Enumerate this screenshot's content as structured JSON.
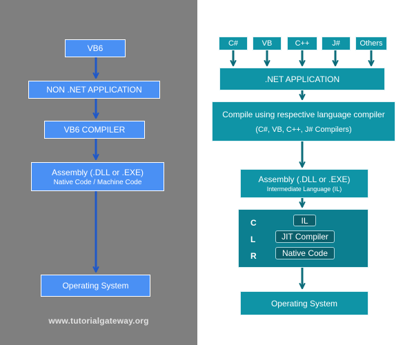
{
  "colors": {
    "left_bg": "#7f7f7f",
    "blue_box": "#4a90f4",
    "teal_box": "#0f94a6",
    "teal_arrow": "#0c6c7a",
    "blue_arrow": "#1f58c8",
    "clr_inner": "#0b5f6b"
  },
  "left": {
    "vb6": "VB6",
    "non_net": "NON .NET APPLICATION",
    "compiler": "VB6 COMPILER",
    "assembly_title": "Assembly (.DLL or .EXE)",
    "assembly_sub": "Native Code / Machine Code",
    "os": "Operating System",
    "watermark": "www.tutorialgateway.org"
  },
  "right": {
    "languages": [
      "C#",
      "VB",
      "C++",
      "J#",
      "Others"
    ],
    "net_app": ".NET APPLICATION",
    "compile_line1": "Compile using respective language compiler",
    "compile_line2": "(C#, VB, C++, J# Compilers)",
    "assembly_title": "Assembly (.DLL or .EXE)",
    "assembly_sub": "Intermediate Language (IL)",
    "clr_letters": [
      "C",
      "L",
      "R"
    ],
    "il": "IL",
    "jit": "JIT Compiler",
    "native": "Native Code",
    "os": "Operating System"
  }
}
